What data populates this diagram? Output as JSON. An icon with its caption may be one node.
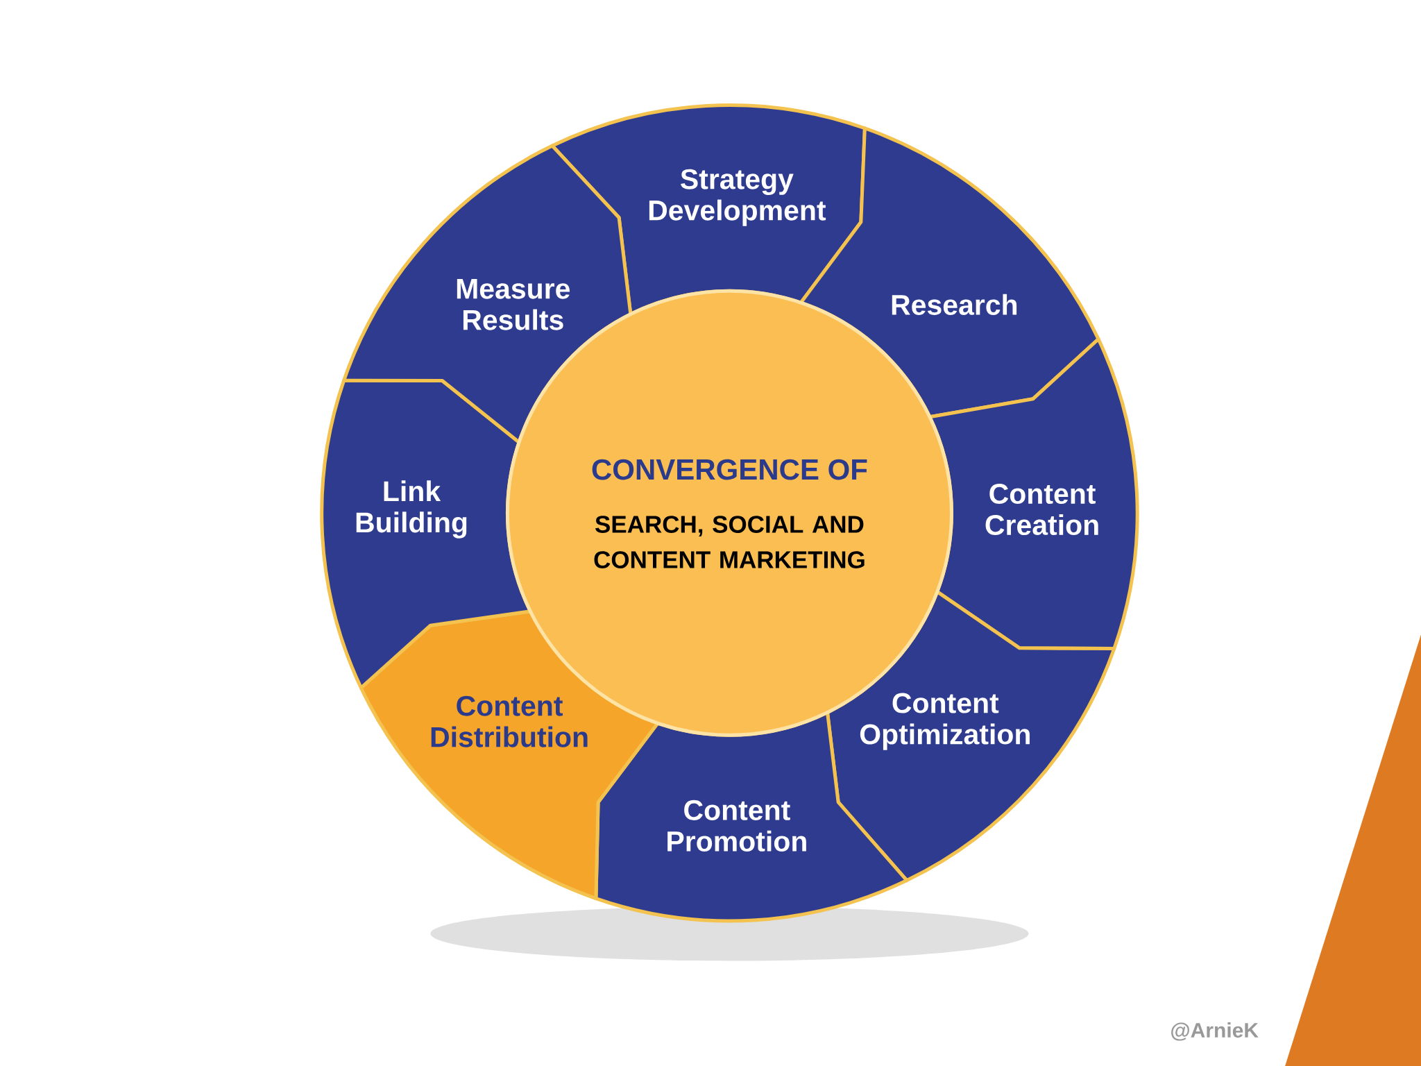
{
  "diagram": {
    "nodes": [
      {
        "text": [
          "CONVERGENCE OF",
          "SEARCH, SOCIAL AND CONTENT MARKETING"
        ]
      },
      {
        "text": [
          "Strategy Development"
        ]
      },
      {
        "text": [
          "Research"
        ]
      },
      {
        "text": [
          "Content Creation"
        ]
      },
      {
        "text": [
          "Content Optimization"
        ]
      },
      {
        "text": [
          "Content Promotion"
        ]
      },
      {
        "text": [
          "Content Distribution"
        ]
      },
      {
        "text": [
          "Link Building"
        ]
      },
      {
        "text": [
          "Measure Results"
        ]
      }
    ],
    "labels": [
      "@ArnieK"
    ]
  }
}
